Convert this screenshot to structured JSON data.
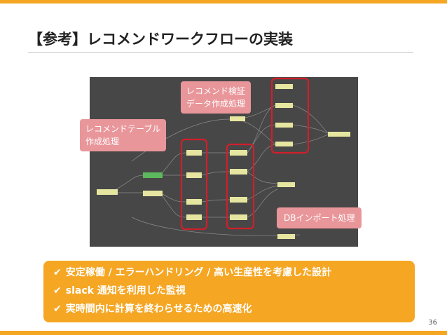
{
  "slide": {
    "title": "【参考】レコメンドワークフローの実装",
    "page_number": "36"
  },
  "callouts": {
    "verify": [
      "レコメンド検証",
      "データ作成処理"
    ],
    "table": [
      "レコメンドテーブル",
      "作成処理"
    ],
    "db_import": "DBインポート処理"
  },
  "bullets": [
    "安定稼働 / エラーハンドリング / 高い生産性を考慮した設計",
    "slack 通知を利用した監視",
    "実時間内に計算を終わらせるための高速化"
  ],
  "bullet_icon": "check-icon",
  "colors": {
    "accent": "#f5a623",
    "callout": "#e9969a",
    "highlight": "#d11f2a",
    "canvas": "#474747",
    "node": "#e6e6a0",
    "node_green": "#5cb85c"
  }
}
